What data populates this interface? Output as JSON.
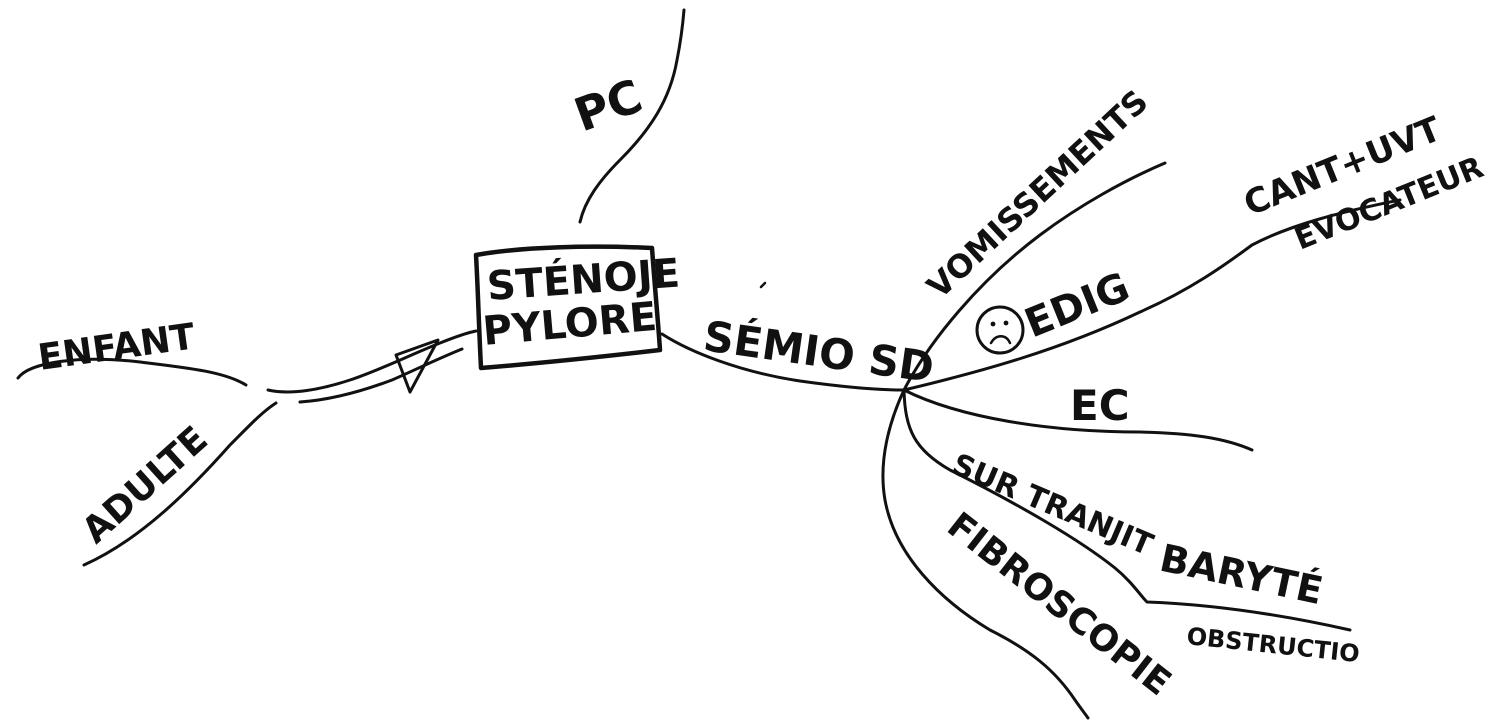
{
  "mindmap": {
    "central": {
      "line1": "STÉNOJE",
      "line2": "PYLORE"
    },
    "branches": [
      {
        "id": "pc",
        "label": "PC"
      },
      {
        "id": "enfant",
        "label": "ENFANT"
      },
      {
        "id": "adulte",
        "label": "ADULTE"
      },
      {
        "id": "semio",
        "label": "SÉMIO SD"
      },
      {
        "id": "vomissements",
        "label": "VOMISSEMENTS"
      },
      {
        "id": "edig",
        "label": "EDIG"
      },
      {
        "id": "cantuvt",
        "label": "CANT+UVT"
      },
      {
        "id": "evocateur",
        "label": "EVOCATEUR"
      },
      {
        "id": "ec",
        "label": "EC"
      },
      {
        "id": "sur-transit",
        "label": "SUR TRANJIT"
      },
      {
        "id": "baryte",
        "label": "BARYTÉ"
      },
      {
        "id": "obstruction",
        "label": "OBSTRUCTIO"
      },
      {
        "id": "fibroscopie",
        "label": "FIBROSCOPIE"
      }
    ],
    "ink_color": "#111111"
  }
}
